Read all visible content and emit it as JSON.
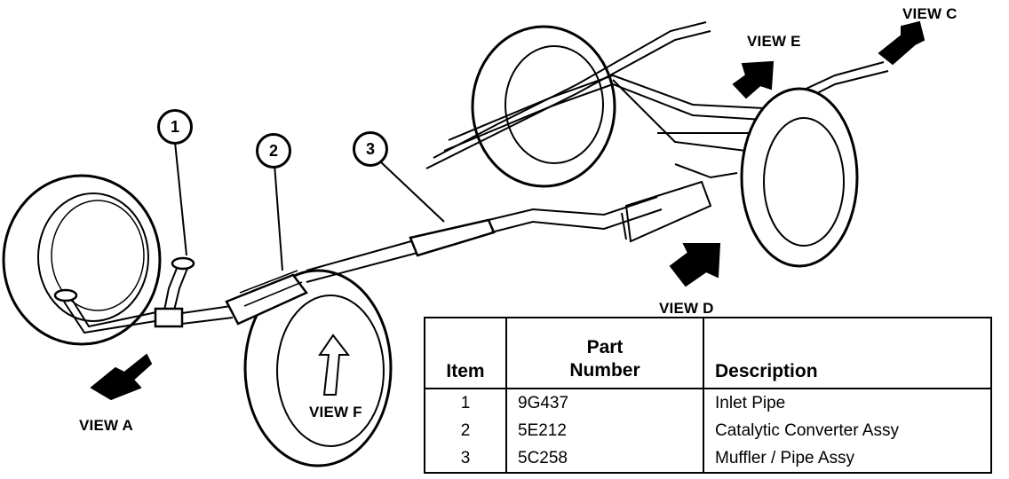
{
  "views": {
    "a": "VIEW A",
    "c": "VIEW C",
    "d": "VIEW D",
    "e": "VIEW E",
    "f": "VIEW F"
  },
  "callouts": [
    "1",
    "2",
    "3"
  ],
  "table": {
    "headers": {
      "item": "Item",
      "part_line1": "Part",
      "part_line2": "Number",
      "description": "Description"
    },
    "rows": [
      {
        "item": "1",
        "part": "9G437",
        "description": "Inlet Pipe"
      },
      {
        "item": "2",
        "part": "5E212",
        "description": "Catalytic Converter Assy"
      },
      {
        "item": "3",
        "part": "5C258",
        "description": "Muffler / Pipe Assy"
      }
    ]
  }
}
